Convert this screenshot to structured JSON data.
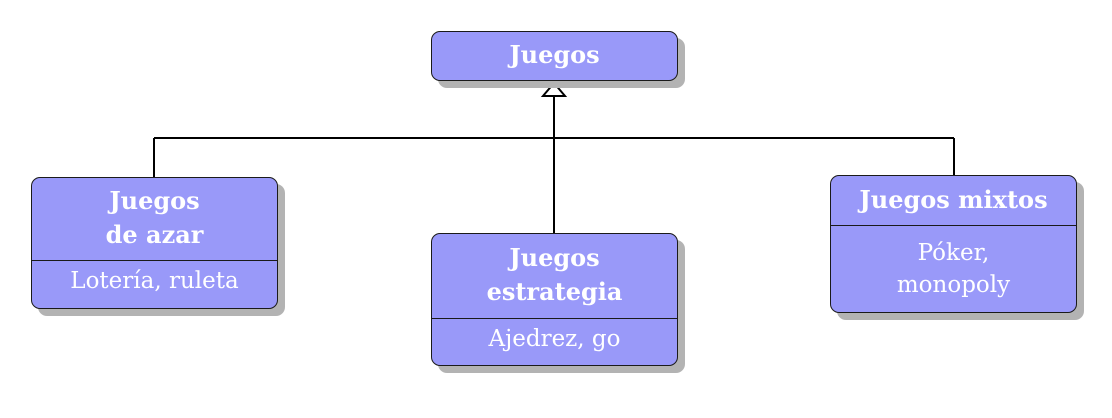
{
  "diagram": {
    "root": {
      "title": "Juegos"
    },
    "children": [
      {
        "title": "Juegos\nde azar",
        "items": "Lotería, ruleta"
      },
      {
        "title": "Juegos\nestrategia",
        "items": "Ajedrez, go"
      },
      {
        "title": "Juegos mixtos",
        "items": "Póker,\nmonopoly"
      }
    ],
    "colors": {
      "node_fill": "#9999f9",
      "node_text": "#ffffff",
      "shadow": "#b3b3b3",
      "line": "#000000"
    }
  }
}
